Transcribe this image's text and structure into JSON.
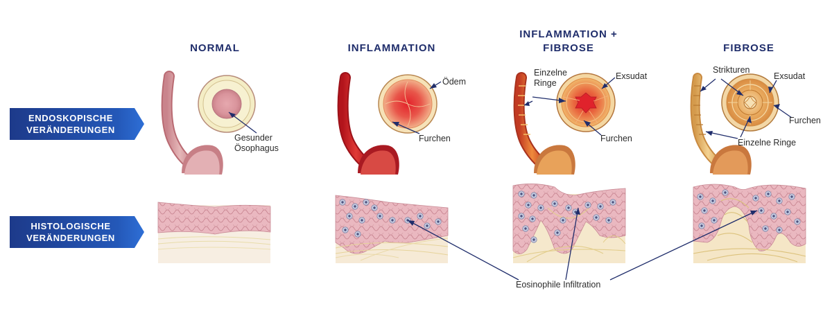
{
  "columns": [
    {
      "title_line1": "NORMAL",
      "title_line2": ""
    },
    {
      "title_line1": "INFLAMMATION",
      "title_line2": ""
    },
    {
      "title_line1": "INFLAMMATION +",
      "title_line2": "FIBROSE"
    },
    {
      "title_line1": "FIBROSE",
      "title_line2": ""
    }
  ],
  "rows": [
    {
      "line1": "ENDOSKOPISCHE",
      "line2": "VERÄNDERUNGEN"
    },
    {
      "line1": "HISTOLOGISCHE",
      "line2": "VERÄNDERUNGEN"
    }
  ],
  "annotations": {
    "normal_line1": "Gesunder",
    "normal_line2": "Ösophagus",
    "oedem": "Ödem",
    "furchen1": "Furchen",
    "einzelne_line1": "Einzelne",
    "einzelne_line2": "Ringe",
    "exsudat1": "Exsudat",
    "furchen2": "Furchen",
    "strikturen": "Strikturen",
    "exsudat2": "Exsudat",
    "furchen3": "Furchen",
    "einzelne_ringe": "Einzelne Ringe",
    "eosinophile": "Eosinophile Infiltration"
  },
  "colors": {
    "title": "#1f2d6b",
    "label_bg": "#1d3a8a",
    "label_arrow": "#2e6fd6",
    "leader": "#1f2d6b",
    "normal_tissue": "#e9b7bf",
    "inflamed": "#c8262b",
    "fibrotic": "#e8b25a"
  }
}
